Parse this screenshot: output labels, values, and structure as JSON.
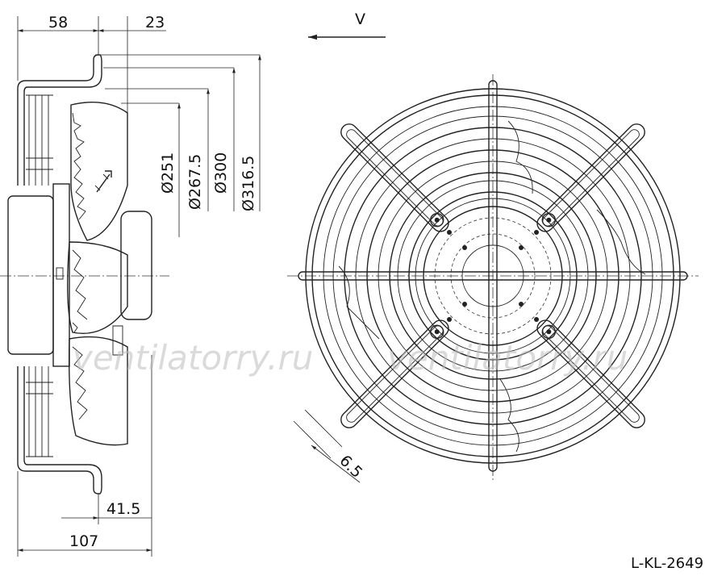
{
  "dimensions": {
    "depth_58": "58",
    "depth_23": "23",
    "depth_41_5": "41.5",
    "depth_107": "107",
    "dia_251": "Ø251",
    "dia_267_5": "Ø267.5",
    "dia_300": "Ø300",
    "dia_316_5": "Ø316.5",
    "hole_6_5": "6.5"
  },
  "airflow_label": "V",
  "drawing_code": "L-KL-2649",
  "watermarks": [
    "ventilatorry.ru",
    "ventilatorry.ru"
  ]
}
